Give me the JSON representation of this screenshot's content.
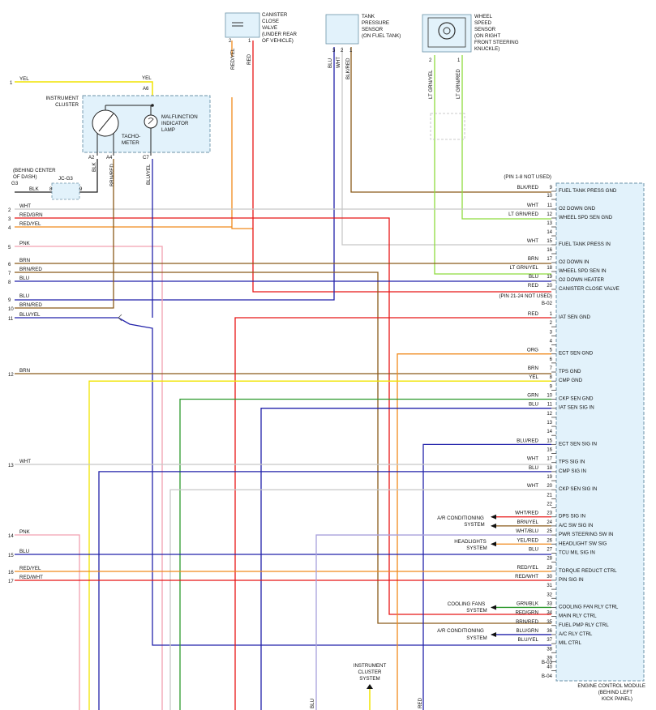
{
  "colors": {
    "YEL": "#f1e400",
    "RED": "#e81616",
    "BLK": "#222222",
    "BRN": "#8a5a1a",
    "BLU": "#2222aa",
    "WHT": "#c8c8c8",
    "PNK": "#f2a0b0",
    "ORG": "#f08a1c",
    "GRN": "#2e9a2e",
    "LTGRN": "#8edc3e",
    "GRY": "#9a9a9a",
    "VIO": "#a8a0dc",
    "ECM": "#e2f2fb",
    "BOX": "#6c93a8"
  },
  "components": {
    "canister": {
      "title": "CANISTER",
      "lines": [
        "CLOSE",
        "VALVE",
        "(UNDER REAR",
        "OF VEHICLE)"
      ],
      "p2": "2",
      "p1": "1"
    },
    "tank": {
      "lines": [
        "TANK",
        "PRESSURE",
        "SENSOR",
        "(ON FUEL TANK)"
      ],
      "p3": "3",
      "p2": "2",
      "p1": "1"
    },
    "wheel": {
      "lines": [
        "WHEEL",
        "SPEED",
        "SENSOR",
        "(ON RIGHT",
        "FRONT STEERING",
        "KNUCKLE)"
      ],
      "p2": "2",
      "p1": "1"
    },
    "cluster": {
      "lines": [
        "INSTRUMENT",
        "CLUSTER"
      ],
      "tacho": [
        "TACHO-",
        "METER"
      ],
      "mil": [
        "MALFUNCTION",
        "INDICATOR",
        "LAMP"
      ],
      "pins": {
        "a6": "A6",
        "a2": "A2",
        "a4": "A4",
        "c7": "C7"
      }
    },
    "ground": {
      "lines": [
        "(BEHIND CENTER",
        "OF DASH)"
      ],
      "g3": "G3",
      "jc": "JC-G3",
      "pin8": "8",
      "pin9": "9",
      "wire": "BLK"
    },
    "ecm": {
      "lines": [
        "ENGINE CONTROL MODULE",
        "(BEHIND LEFT",
        "KICK PANEL)"
      ],
      "conn1": "B-02",
      "conn2": "B-03",
      "conn3": "B-04",
      "note1": "(PIN 1-8 NOT USED)",
      "note2": "(PIN 21-24 NOT USED)"
    },
    "systems": {
      "ac1": [
        "A/R CONDITIONING",
        "SYSTEM"
      ],
      "head": [
        "HEADLIGHTS",
        "SYSTEM"
      ],
      "fans": [
        "COOLING FANS",
        "SYSTEM"
      ],
      "ac2": [
        "A/R CONDITIONING",
        "SYSTEM"
      ],
      "icluster": [
        "INSTRUMENT",
        "CLUSTER",
        "SYSTEM"
      ]
    }
  },
  "vertical_labels": {
    "canister_2": "RED/YEL",
    "canister_1": "RED",
    "tank_3": "BLU",
    "tank_2": "WHT",
    "tank_1": "BLK/RED",
    "wheel_2": "LT GRN/YEL",
    "wheel_1": "LT GRN/RED",
    "a2": "BLK",
    "a4": "BRN/RED",
    "c7": "BLU/YEL",
    "bottom_blu": "BLU",
    "bottom_red": "RED"
  },
  "left_wires": [
    {
      "num": "1",
      "color": "YEL"
    },
    {
      "num": "2",
      "color": "WHT"
    },
    {
      "num": "3",
      "color": "RED/GRN"
    },
    {
      "num": "4",
      "color": "RED/YEL"
    },
    {
      "num": "5",
      "color": "PNK"
    },
    {
      "num": "6",
      "color": "BRN"
    },
    {
      "num": "7",
      "color": "BRN/RED"
    },
    {
      "num": "8",
      "color": "BLU"
    },
    {
      "num": "9",
      "color": "BLU"
    },
    {
      "num": "10",
      "color": "BRN/RED"
    },
    {
      "num": "11",
      "color": "BLU/YEL"
    },
    {
      "num": "12",
      "color": "BRN"
    },
    {
      "num": "13",
      "color": "WHT"
    },
    {
      "num": "14",
      "color": "PNK"
    },
    {
      "num": "15",
      "color": "BLU"
    },
    {
      "num": "16",
      "color": "RED/YEL"
    },
    {
      "num": "17",
      "color": "RED/WHT"
    }
  ],
  "yel_top": "YEL",
  "pins_b02": [
    {
      "n": "9",
      "w": "BLK/RED",
      "f": "FUEL TANK PRESS GND"
    },
    {
      "n": "10",
      "w": "",
      "f": ""
    },
    {
      "n": "11",
      "w": "WHT",
      "f": "O2 DOWN GND"
    },
    {
      "n": "12",
      "w": "LT GRN/RED",
      "f": "WHEEL SPD SEN GND"
    },
    {
      "n": "13",
      "w": "",
      "f": ""
    },
    {
      "n": "14",
      "w": "",
      "f": ""
    },
    {
      "n": "15",
      "w": "WHT",
      "f": "FUEL TANK PRESS IN"
    },
    {
      "n": "16",
      "w": "",
      "f": ""
    },
    {
      "n": "17",
      "w": "BRN",
      "f": "O2 DOWN IN"
    },
    {
      "n": "18",
      "w": "LT GRN/YEL",
      "f": "WHEEL SPD SEN IN"
    },
    {
      "n": "19",
      "w": "BLU",
      "f": "O2 DOWN HEATER"
    },
    {
      "n": "20",
      "w": "RED",
      "f": "CANISTER CLOSE VALVE"
    }
  ],
  "pins_b03": [
    {
      "n": "1",
      "w": "RED",
      "f": "IAT SEN GND"
    },
    {
      "n": "2",
      "w": "",
      "f": ""
    },
    {
      "n": "3",
      "w": "",
      "f": ""
    },
    {
      "n": "4",
      "w": "",
      "f": ""
    },
    {
      "n": "5",
      "w": "ORG",
      "f": "ECT SEN GND"
    },
    {
      "n": "6",
      "w": "",
      "f": ""
    },
    {
      "n": "7",
      "w": "BRN",
      "f": "TPS GND"
    },
    {
      "n": "8",
      "w": "YEL",
      "f": "CMP GND"
    },
    {
      "n": "9",
      "w": "",
      "f": ""
    },
    {
      "n": "10",
      "w": "GRN",
      "f": "CKP SEN GND"
    },
    {
      "n": "11",
      "w": "BLU",
      "f": "IAT SEN SIG IN"
    },
    {
      "n": "12",
      "w": "",
      "f": ""
    },
    {
      "n": "13",
      "w": "",
      "f": ""
    },
    {
      "n": "14",
      "w": "",
      "f": ""
    },
    {
      "n": "15",
      "w": "BLU/RED",
      "f": "ECT SEN SIG IN"
    },
    {
      "n": "16",
      "w": "",
      "f": ""
    },
    {
      "n": "17",
      "w": "WHT",
      "f": "TPS SIG IN"
    },
    {
      "n": "18",
      "w": "BLU",
      "f": "CMP SIG IN"
    },
    {
      "n": "19",
      "w": "",
      "f": ""
    },
    {
      "n": "20",
      "w": "WHT",
      "f": "CKP SEN SIG IN"
    },
    {
      "n": "21",
      "w": "",
      "f": ""
    },
    {
      "n": "22",
      "w": "",
      "f": ""
    },
    {
      "n": "23",
      "w": "WHT/RED",
      "f": "DPS SIG IN"
    },
    {
      "n": "24",
      "w": "BRN/YEL",
      "f": "A/C SW SIG IN"
    },
    {
      "n": "25",
      "w": "WHT/BLU",
      "f": "PWR STEERING SW IN"
    },
    {
      "n": "26",
      "w": "YEL/RED",
      "f": "HEADLIGHT SW SIG"
    },
    {
      "n": "27",
      "w": "BLU",
      "f": "TCU MIL SIG IN"
    },
    {
      "n": "28",
      "w": "",
      "f": ""
    },
    {
      "n": "29",
      "w": "RED/YEL",
      "f": "TORQUE REDUCT CTRL"
    },
    {
      "n": "30",
      "w": "RED/WHT",
      "f": "PIN SIG IN"
    },
    {
      "n": "31",
      "w": "",
      "f": ""
    },
    {
      "n": "32",
      "w": "",
      "f": ""
    },
    {
      "n": "33",
      "w": "GRN/BLK",
      "f": "COOLING FAN RLY CTRL"
    },
    {
      "n": "34",
      "w": "RED/GRN",
      "f": "MAIN RLY CTRL"
    },
    {
      "n": "35",
      "w": "BRN/RED",
      "f": "FUEL PMP RLY CTRL"
    },
    {
      "n": "36",
      "w": "BLU/GRN",
      "f": "A/C RLY CTRL"
    },
    {
      "n": "37",
      "w": "BLU/YEL",
      "f": "MIL CTRL"
    },
    {
      "n": "38",
      "w": "",
      "f": ""
    },
    {
      "n": "39",
      "w": "",
      "f": ""
    },
    {
      "n": "40",
      "w": "",
      "f": ""
    }
  ]
}
